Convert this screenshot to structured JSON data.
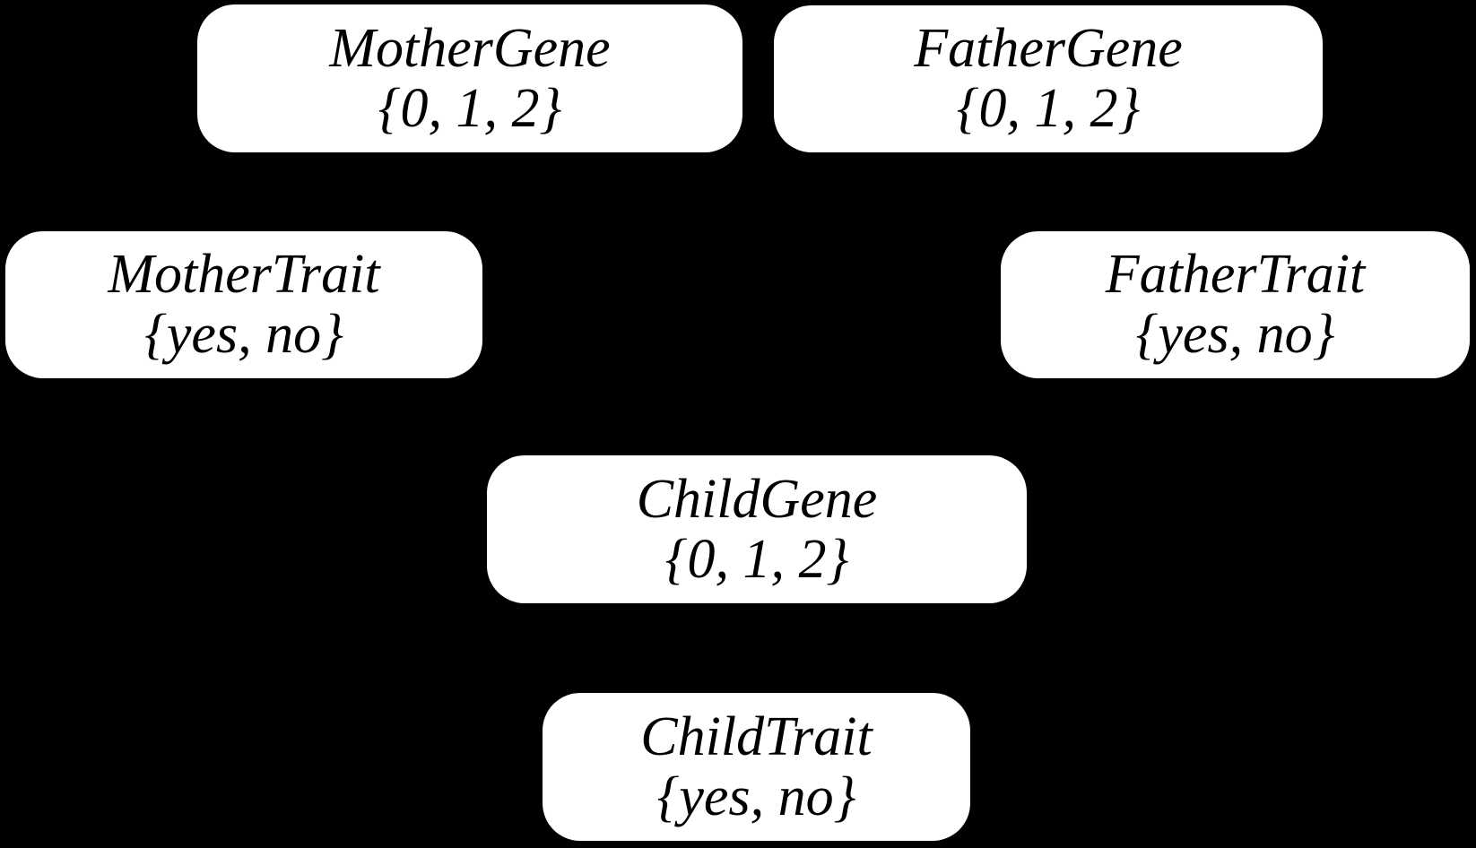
{
  "diagram": {
    "type": "bayesian-network",
    "background_color": "#000000",
    "node_fill_color": "#ffffff",
    "node_text_color": "#000000",
    "nodes": [
      {
        "id": "mother-gene",
        "name": "MotherGene",
        "domain": "{0, 1, 2}"
      },
      {
        "id": "father-gene",
        "name": "FatherGene",
        "domain": "{0, 1, 2}"
      },
      {
        "id": "mother-trait",
        "name": "MotherTrait",
        "domain": "{yes, no}"
      },
      {
        "id": "father-trait",
        "name": "FatherTrait",
        "domain": "{yes, no}"
      },
      {
        "id": "child-gene",
        "name": "ChildGene",
        "domain": "{0, 1, 2}"
      },
      {
        "id": "child-trait",
        "name": "ChildTrait",
        "domain": "{yes, no}"
      }
    ],
    "edges_visible": false
  }
}
